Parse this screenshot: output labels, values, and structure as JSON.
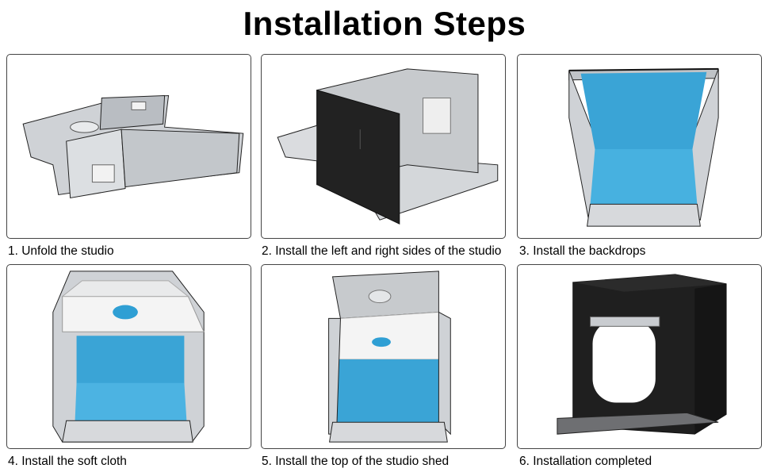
{
  "title": "Installation Steps",
  "steps": [
    {
      "caption": "1. Unfold the studio"
    },
    {
      "caption": "2. Install the left and right sides of the studio"
    },
    {
      "caption": "3. Install the backdrops"
    },
    {
      "caption": "4. Install the soft cloth"
    },
    {
      "caption": "5. Install the top of the studio shed"
    },
    {
      "caption": "6. Installation completed"
    }
  ],
  "colors": {
    "silver": "#c9ccd0",
    "black_fabric": "#1f1f1f",
    "backdrop_blue": "#3aa4d6",
    "diffuser_white": "#f4f4f4"
  }
}
